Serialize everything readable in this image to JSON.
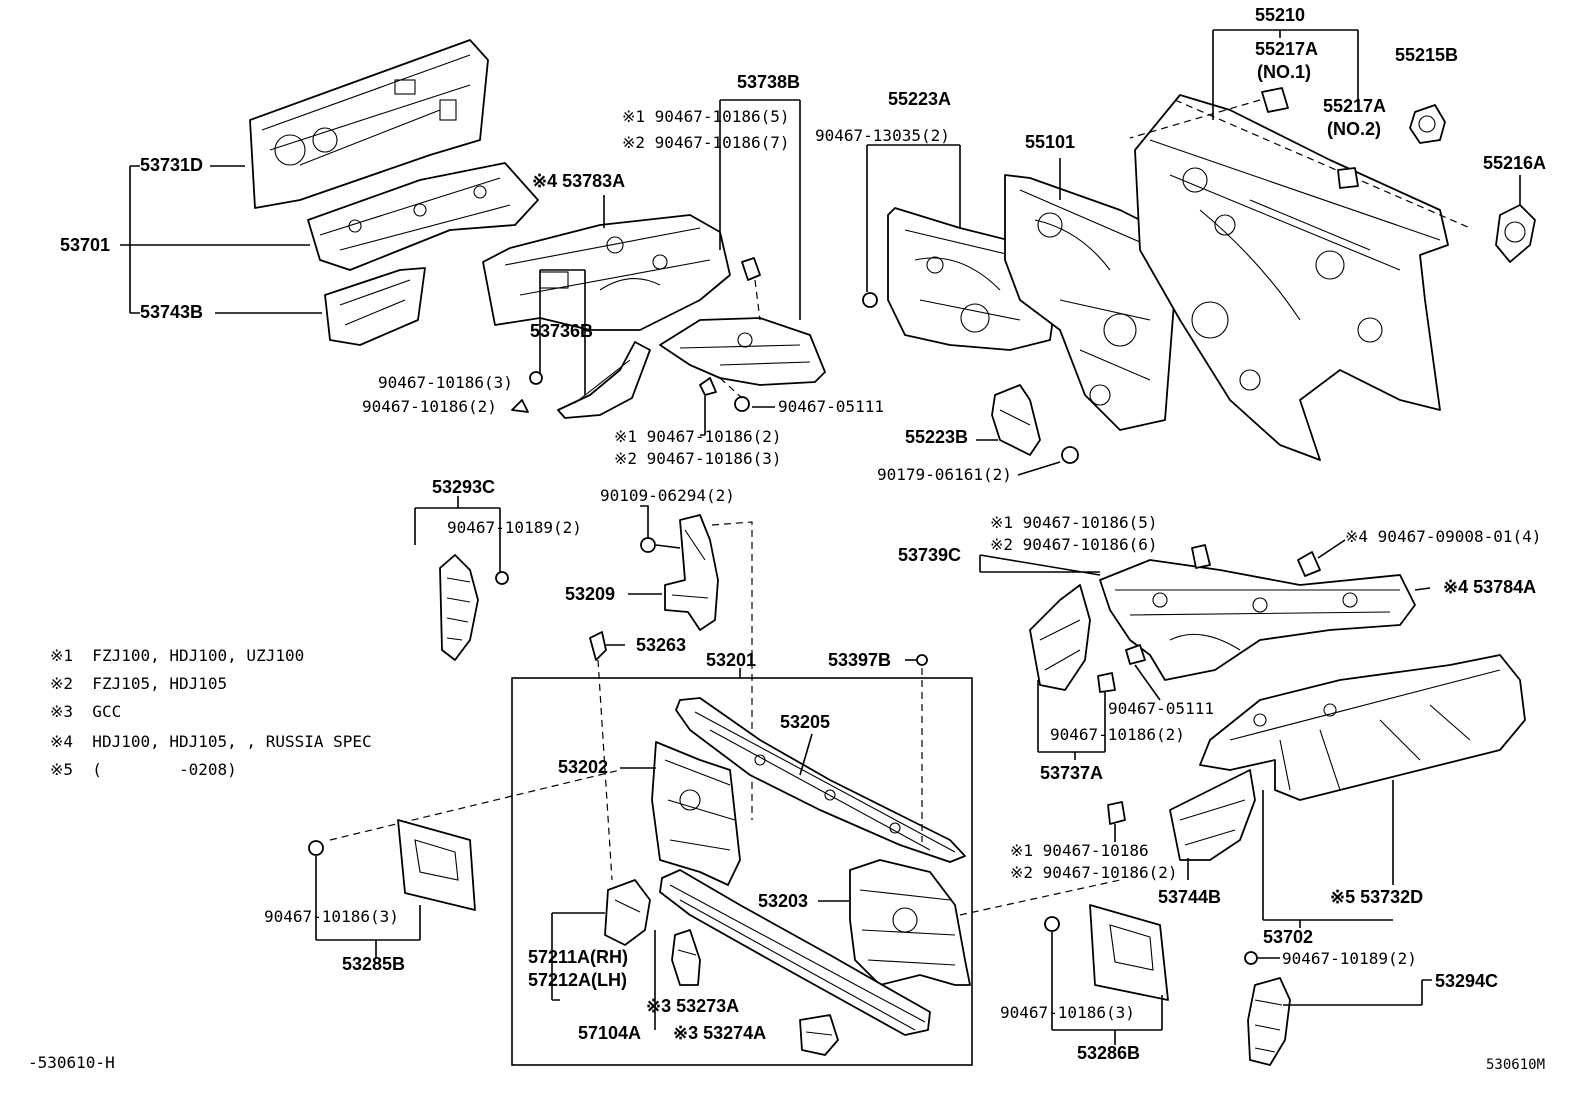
{
  "callouts": {
    "p55210": "55210",
    "p55217a_1": "55217A",
    "p55217a_1_note": "(NO.1)",
    "p55215b": "55215B",
    "p55217a_2": "55217A",
    "p55217a_2_note": "(NO.2)",
    "p55216a": "55216A",
    "p55223a": "55223A",
    "p90467_13035": "90467-13035(2)",
    "p55101": "55101",
    "p53738b": "53738B",
    "p53738b_c1": "※1 90467-10186(5)",
    "p53738b_c2": "※2 90467-10186(7)",
    "p53783a": "※4 53783A",
    "p53731d": "53731D",
    "p53701": "53701",
    "p53743b": "53743B",
    "p53736b": "53736B",
    "p53736b_c1": "90467-10186(3)",
    "p53736b_c2": "90467-10186(2)",
    "p90467_05111_a": "90467-05111",
    "p53738b_b1": "※1 90467-10186(2)",
    "p53738b_b2": "※2 90467-10186(3)",
    "p55223b": "55223B",
    "p90179_06161": "90179-06161(2)",
    "p53293c": "53293C",
    "p90467_10189_a": "90467-10189(2)",
    "p90109_06294": "90109-06294(2)",
    "p53209": "53209",
    "p53263": "53263",
    "p53201": "53201",
    "p53397b": "53397B",
    "p53205": "53205",
    "p53202": "53202",
    "p53203": "53203",
    "p57211a": "57211A(RH)",
    "p57212a": "57212A(LH)",
    "p53273a": "※3 53273A",
    "p57104a": "57104A",
    "p53274a": "※3 53274A",
    "p90467_10186_3a": "90467-10186(3)",
    "p53285b": "53285B",
    "p53739c": "53739C",
    "p53739c_c1": "※1 90467-10186(5)",
    "p53739c_c2": "※2 90467-10186(6)",
    "p90467_09008": "※4 90467-09008-01(4)",
    "p53784a": "※4 53784A",
    "p90467_05111_b": "90467-05111",
    "p90467_10186_2b": "90467-10186(2)",
    "p53737a": "53737A",
    "p90467_10186_c1": "※1 90467-10186",
    "p90467_10186_c2": "※2 90467-10186(2)",
    "p53744b": "53744B",
    "p53732d": "※5 53732D",
    "p53702": "53702",
    "p90467_10189_b": "90467-10189(2)",
    "p53294c": "53294C",
    "p90467_10186_3b": "90467-10186(3)",
    "p53286b": "53286B"
  },
  "legend": [
    "※1  FZJ100, HDJ100, UZJ100",
    "※2  FZJ105, HDJ105",
    "※3  GCC",
    "※4  HDJ100, HDJ105, , RUSSIA SPEC",
    "※5  (        -0208)"
  ],
  "footer": {
    "left_code": "-530610-H",
    "right_code": "530610M"
  }
}
